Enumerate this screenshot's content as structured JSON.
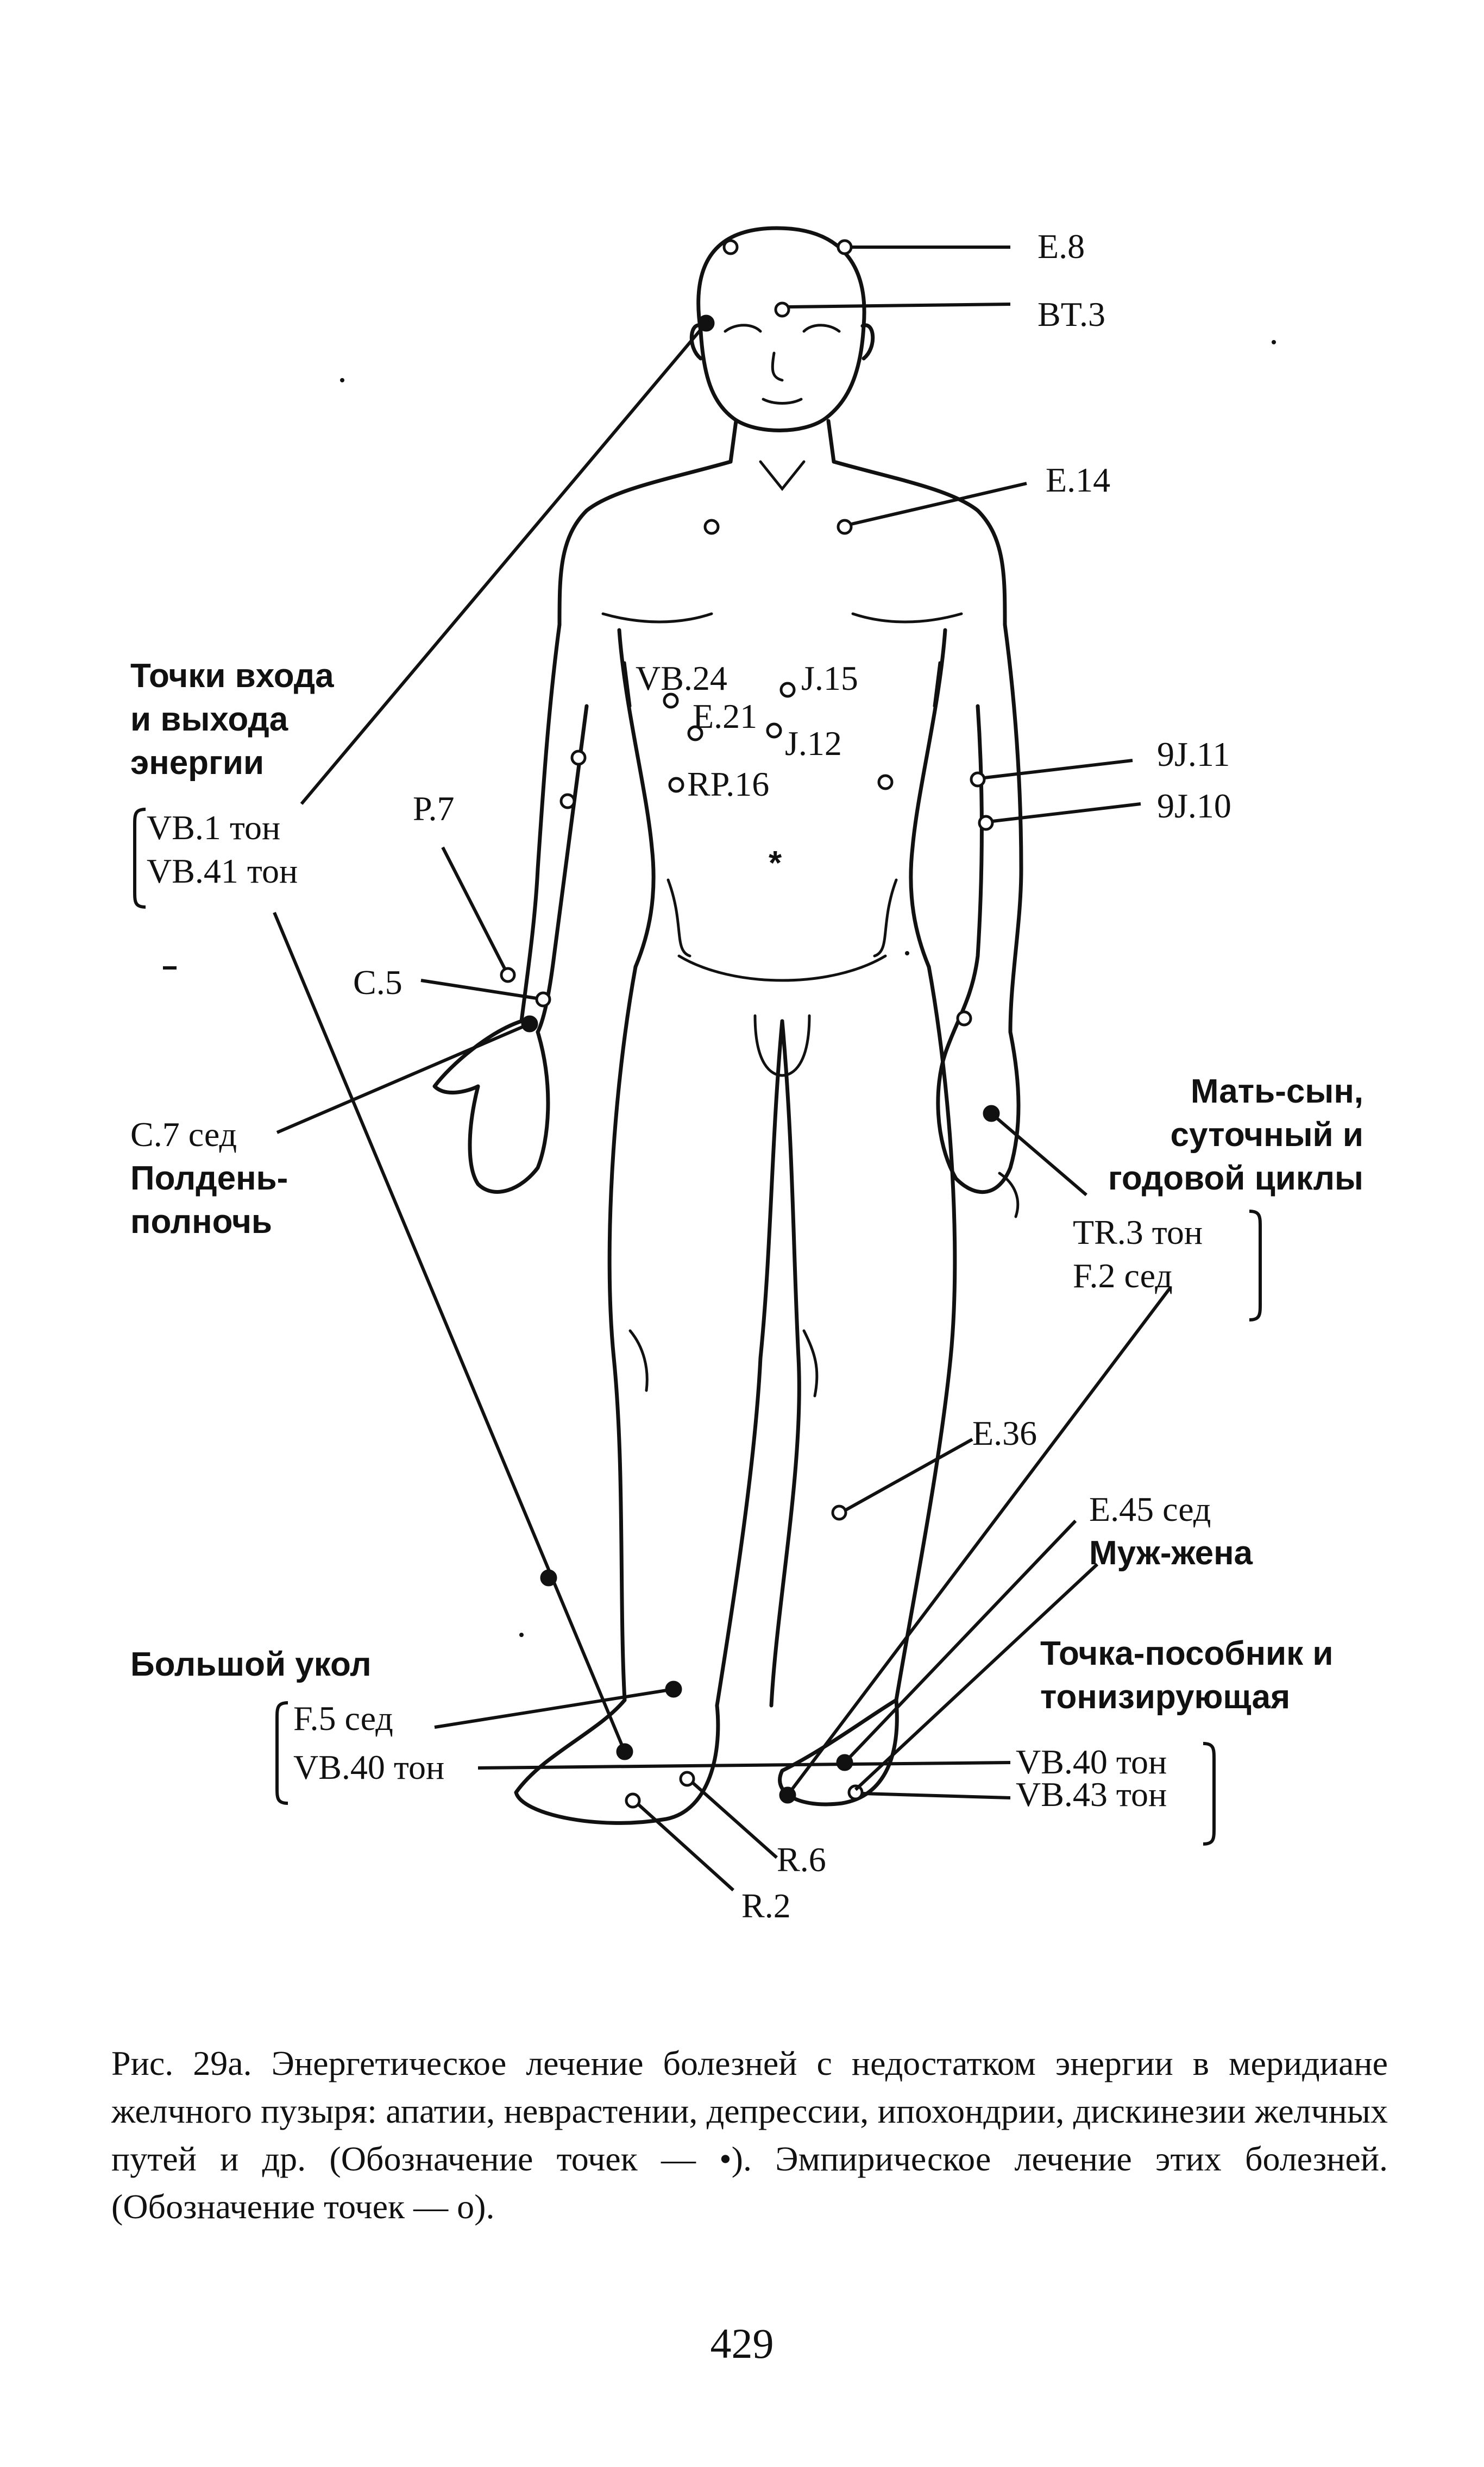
{
  "labels": {
    "e8": "E.8",
    "bt3": "BT.3",
    "e14": "E.14",
    "entry_exit_1": "Точки входа",
    "entry_exit_2": "и выхода",
    "entry_exit_3": "энергии",
    "vb1": "VB.1 тон",
    "vb41": "VB.41 тон",
    "p7": "P.7",
    "c5": "C.5",
    "c7": "C.7 сед",
    "noon_1": "Полдень-",
    "noon_2": "полночь",
    "vb24": "VB.24",
    "j15": "J.15",
    "e21": "E.21",
    "j12": "J.12",
    "rp16": "RP.16",
    "j11": "9J.11",
    "j10": "9J.10",
    "mother_1": "Мать-сын,",
    "mother_2": "суточный и",
    "mother_3": "годовой циклы",
    "tr3": "TR.3 тон",
    "f2": "F.2 сед",
    "e36": "E.36",
    "e45": "E.45 сед",
    "husband": "Муж-жена",
    "big_1": "Большой укол",
    "f5": "F.5 сед",
    "vb40_left": "VB.40 тон",
    "helper_1": "Точка-пособник и",
    "helper_2": "тонизирующая",
    "vb40_right": "VB.40 тон",
    "vb43": "VB.43 тон",
    "r6": "R.6",
    "r2": "R.2"
  },
  "caption": "Рис. 29а. Энергетическое лечение болезней с недостатком энергии в меридиане желчного пузыря: апатии, неврастении, депрессии, ипохондрии, дискинезии желчных путей и др. (Обозначение точек — •). Эмпирическое лечение этих болезней. (Обозначение точек — о).",
  "page_number": "429"
}
